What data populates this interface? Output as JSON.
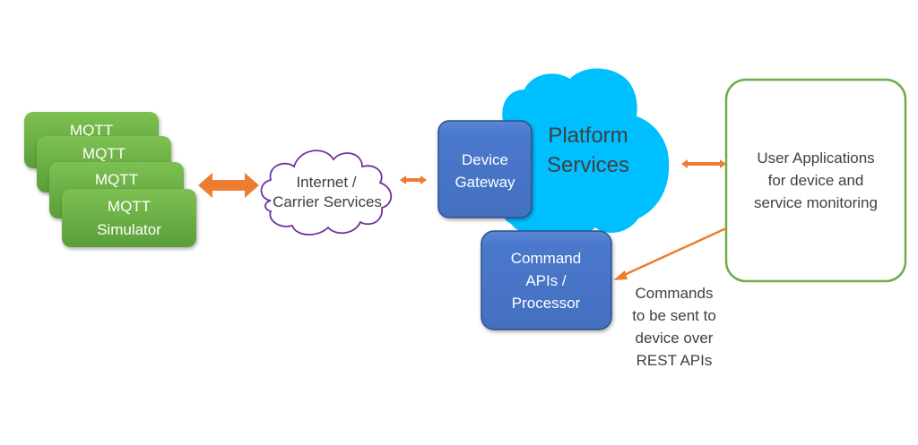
{
  "diagram": {
    "colors": {
      "mqtt_fill": "#6AB04C",
      "arrow_orange": "#ED7D31",
      "internet_cloud_border": "#7030A0",
      "platform_cloud_fill": "#00BFFF",
      "blue_box_fill": "#4472C4",
      "user_app_border": "#70AD47",
      "text_dark": "#404040"
    },
    "mqtt_stack": {
      "cards": [
        {
          "line1": "MQTT"
        },
        {
          "line1": "MQTT"
        },
        {
          "line1": "MQTT"
        },
        {
          "line1": "MQTT",
          "line2": "Simulator"
        }
      ]
    },
    "internet_cloud": {
      "line1": "Internet /",
      "line2": "Carrier Services"
    },
    "platform_cloud": {
      "line1": "Platform",
      "line2": "Services"
    },
    "device_gateway": {
      "line1": "Device",
      "line2": "Gateway"
    },
    "command_processor": {
      "line1": "Command",
      "line2": "APIs /",
      "line3": "Processor"
    },
    "user_apps": {
      "line1": "User Applications",
      "line2": "for device and",
      "line3": "service monitoring"
    },
    "commands_note": {
      "line1": "Commands",
      "line2": "to be sent to",
      "line3": "device over",
      "line4": "REST APIs"
    }
  }
}
